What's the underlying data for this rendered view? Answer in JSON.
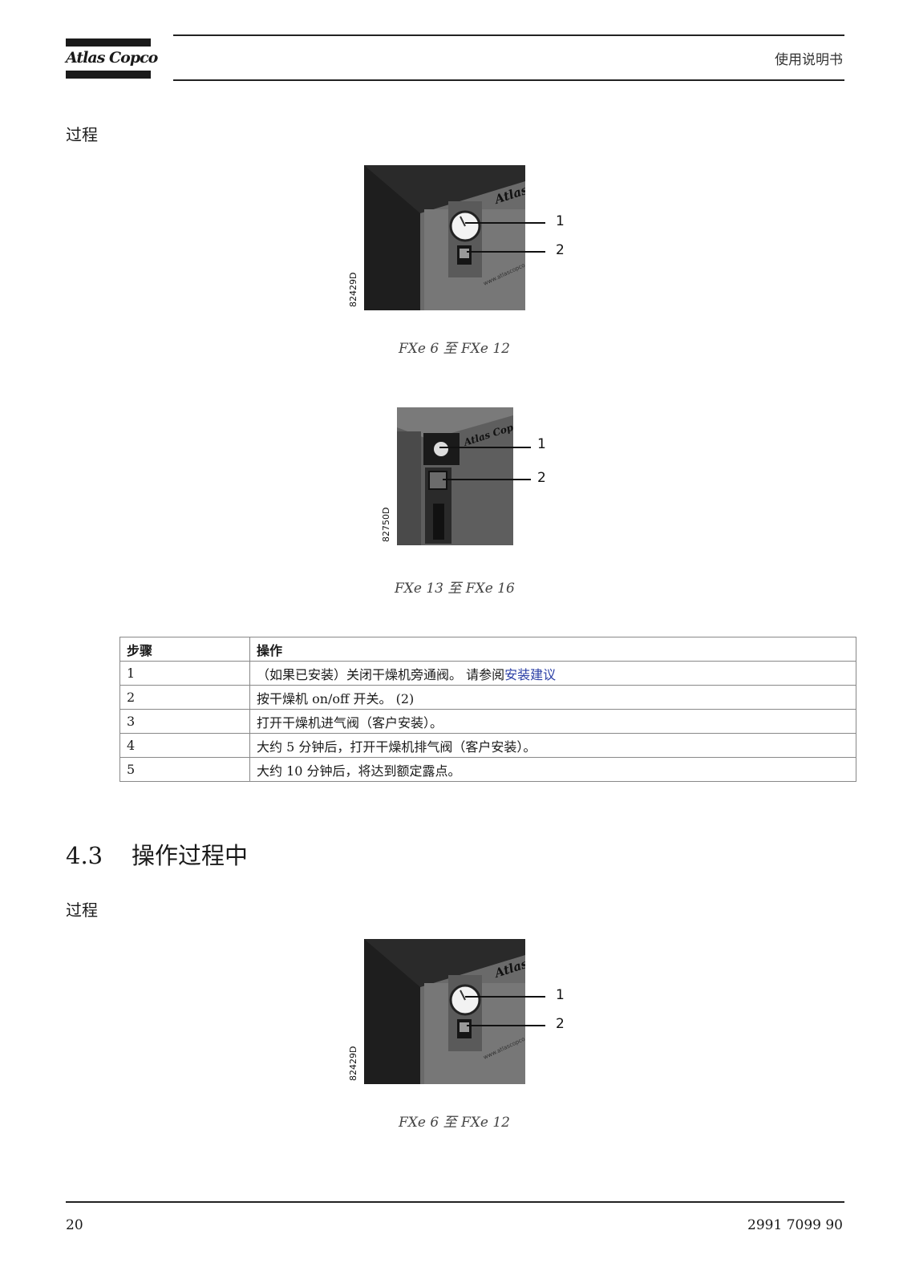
{
  "header": {
    "logo_text": "Atlas Copco",
    "doc_type": "使用说明书"
  },
  "section1": {
    "label": "过程",
    "figures": [
      {
        "image_id": "82429D",
        "callouts": [
          "1",
          "2"
        ],
        "caption": "FXe 6 至 FXe 12"
      },
      {
        "image_id": "82750D",
        "callouts": [
          "1",
          "2"
        ],
        "caption": "FXe 13 至 FXe 16"
      }
    ],
    "table": {
      "headers": [
        "步骤",
        "操作"
      ],
      "rows": [
        {
          "step": "1",
          "action": "（如果已安装）关闭干燥机旁通阀。 请参阅",
          "link": "安装建议"
        },
        {
          "step": "2",
          "action": "按干燥机 on/off 开关。 (2)"
        },
        {
          "step": "3",
          "action": "打开干燥机进气阀（客户安装）。"
        },
        {
          "step": "4",
          "action": "大约 5 分钟后，打开干燥机排气阀（客户安装）。"
        },
        {
          "step": "5",
          "action": "大约 10 分钟后，将达到额定露点。"
        }
      ]
    }
  },
  "section2": {
    "number": "4.3",
    "title": "操作过程中",
    "label": "过程",
    "figure": {
      "image_id": "82429D",
      "callouts": [
        "1",
        "2"
      ],
      "caption": "FXe 6 至 FXe 12"
    }
  },
  "footer": {
    "page_number": "20",
    "doc_number": "2991 7099 90"
  }
}
